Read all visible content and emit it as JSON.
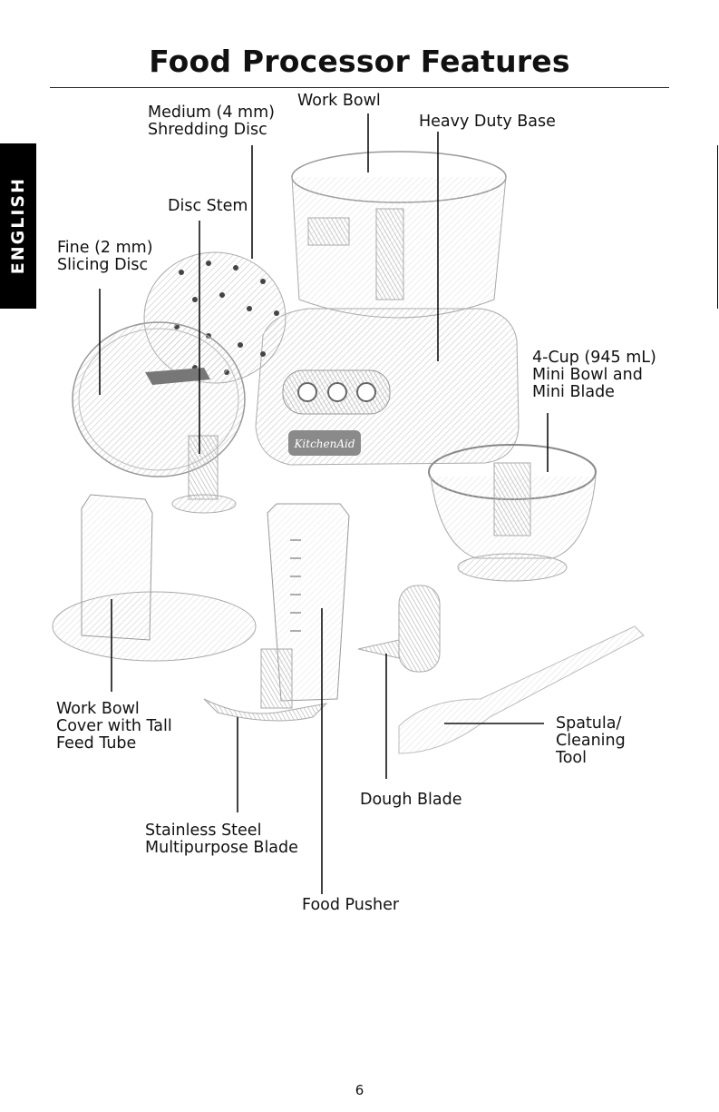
{
  "page": {
    "title": "Food Processor Features",
    "language_tab": "ENGLISH",
    "page_number": "6"
  },
  "labels": {
    "shredding_disc": "Medium (4 mm)\nShredding Disc",
    "work_bowl": "Work Bowl",
    "heavy_duty_base": "Heavy Duty Base",
    "disc_stem": "Disc Stem",
    "slicing_disc": "Fine (2 mm)\nSlicing Disc",
    "mini_bowl": "4-Cup (945 mL)\nMini Bowl and\nMini Blade",
    "work_bowl_cover": "Work Bowl\nCover with Tall\nFeed Tube",
    "spatula": "Spatula/\nCleaning\nTool",
    "dough_blade": "Dough Blade",
    "multipurpose_blade": "Stainless Steel\nMultipurpose Blade",
    "food_pusher": "Food Pusher"
  },
  "base_logo": "KitchenAid"
}
